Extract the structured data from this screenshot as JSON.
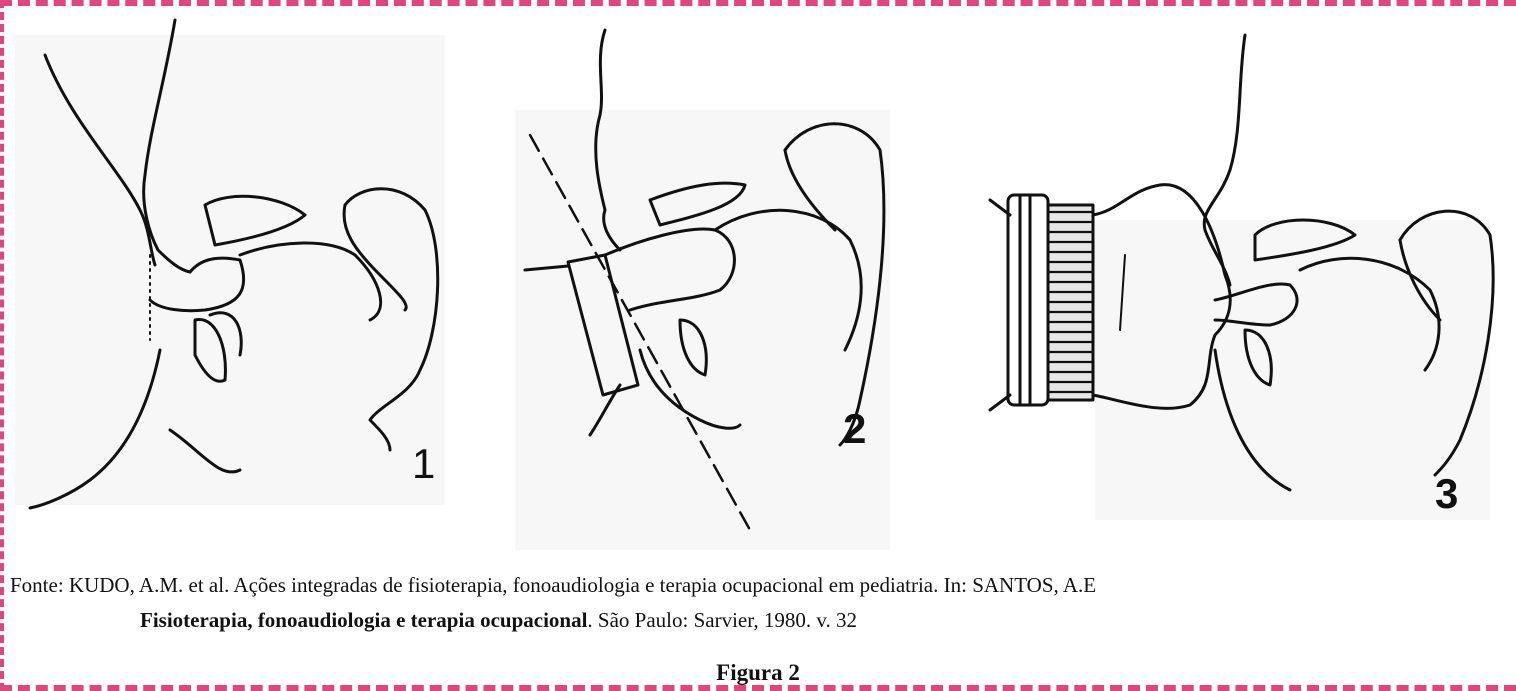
{
  "panels": [
    {
      "number": "1"
    },
    {
      "number": "2"
    },
    {
      "number": "3"
    }
  ],
  "caption": {
    "line1": "Fonte: KUDO, A.M. et al. Ações integradas de fisioterapia, fonoaudiologia e terapia ocupacional em pediatria. In: SANTOS, A.E",
    "book_title": "Fisioterapia, fonoaudiologia e terapia ocupacional",
    "publication": ". São Paulo: Sarvier, 1980. v. 32"
  },
  "figure_label": "Figura 2",
  "colors": {
    "border": "#e0457b",
    "line": "#111111",
    "background": "#ffffff"
  }
}
